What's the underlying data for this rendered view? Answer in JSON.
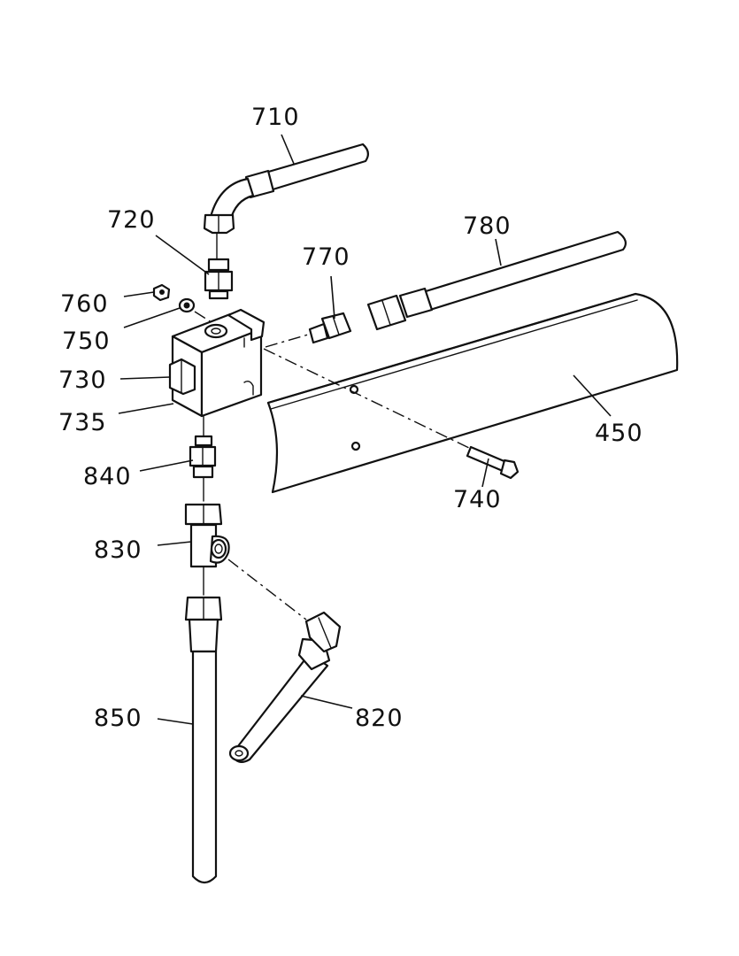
{
  "labels": {
    "r710": "710",
    "r720": "720",
    "r780": "780",
    "r770": "770",
    "r760": "760",
    "r750": "750",
    "r730": "730",
    "r735": "735",
    "r450": "450",
    "r840": "840",
    "r740": "740",
    "r830": "830",
    "r850": "850",
    "r820": "820"
  },
  "colors": {
    "line": "#111111",
    "background": "#ffffff"
  }
}
